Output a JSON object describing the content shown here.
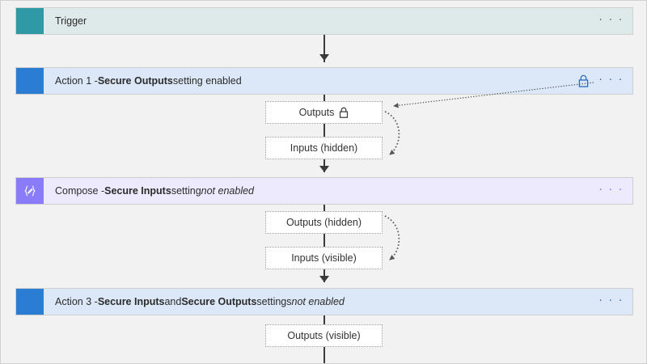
{
  "diagram": {
    "title": "Secure inputs and outputs workflow diagram",
    "colors": {
      "canvas_background": "#f2f2f2",
      "trigger_accent": "#2f9aa6",
      "trigger_row": "#deeae9",
      "action_accent": "#2b7cd3",
      "action_row": "#dce8f7",
      "compose_accent": "#8a7cf8",
      "compose_row": "#eeeafd",
      "lock_blue": "#2b6cb8",
      "connector": "#3a3a3a"
    }
  },
  "nodes": {
    "trigger": {
      "label": "Trigger",
      "icon": "trigger-square-icon",
      "menu": "· · ·"
    },
    "action1": {
      "prefix": "Action 1 - ",
      "bold": "Secure Outputs",
      "suffix": " setting enabled",
      "icon": "action-square-icon",
      "lock": "lock-icon",
      "menu": "· · ·"
    },
    "compose": {
      "prefix": "Compose - ",
      "bold": "Secure Inputs",
      "mid": " setting ",
      "italic": "not enabled",
      "icon": "compose-braces-icon",
      "menu": "· · ·"
    },
    "action3": {
      "prefix": "Action 3 - ",
      "bold1": "Secure Inputs",
      "mid1": " and ",
      "bold2": "Secure Outputs",
      "mid2": " settings ",
      "italic": "not enabled",
      "icon": "action-square-icon",
      "menu": "· · ·"
    }
  },
  "details": {
    "action1_outputs": {
      "label": "Outputs",
      "icon": "lock-icon"
    },
    "action1_inputs": {
      "label": "Inputs (hidden)"
    },
    "compose_outputs": {
      "label": "Outputs (hidden)"
    },
    "compose_inputs": {
      "label": "Inputs (visible)"
    },
    "action3_outputs": {
      "label": "Outputs (visible)"
    }
  }
}
